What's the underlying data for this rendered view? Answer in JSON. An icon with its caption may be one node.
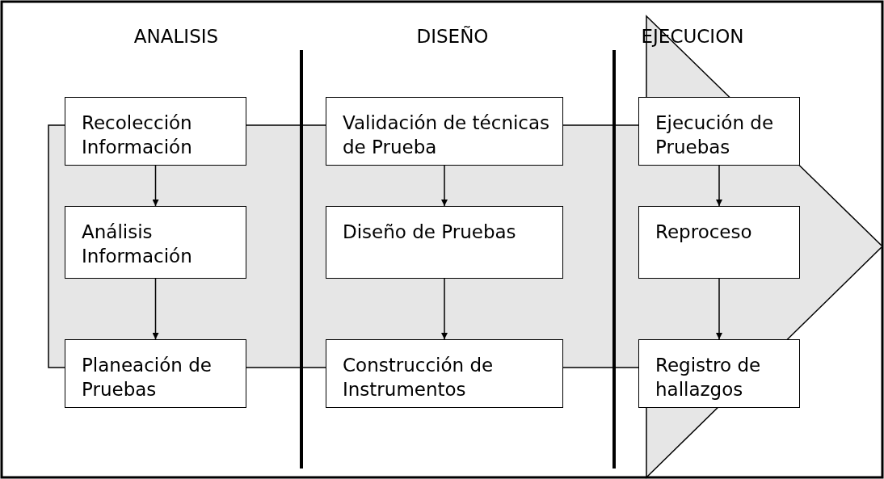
{
  "diagram": {
    "nodes": [
      {
        "text": [
          "Recolección Información"
        ]
      },
      {
        "text": [
          "Análisis Información"
        ]
      },
      {
        "text": [
          "Planeación de Pruebas"
        ]
      },
      {
        "text": [
          "Validación de técnicas de Prueba"
        ]
      },
      {
        "text": [
          "Diseño de Pruebas"
        ]
      },
      {
        "text": [
          "Construcción de Instrumentos"
        ]
      },
      {
        "text": [
          "Ejecución de Pruebas"
        ]
      },
      {
        "text": [
          "Reproceso"
        ]
      },
      {
        "text": [
          "Registro de hallazgos"
        ]
      }
    ],
    "edges": [
      {
        "from": 0,
        "to": 1,
        "arrow": "to"
      },
      {
        "from": 1,
        "to": 2,
        "arrow": "to"
      },
      {
        "from": 3,
        "to": 4,
        "arrow": "to"
      },
      {
        "from": 4,
        "to": 5,
        "arrow": "to"
      },
      {
        "from": 6,
        "to": 7,
        "arrow": "to"
      },
      {
        "from": 7,
        "to": 8,
        "arrow": "to"
      }
    ],
    "labels": [
      "ANALISIS",
      "DISEÑO",
      "EJECUCION"
    ]
  }
}
